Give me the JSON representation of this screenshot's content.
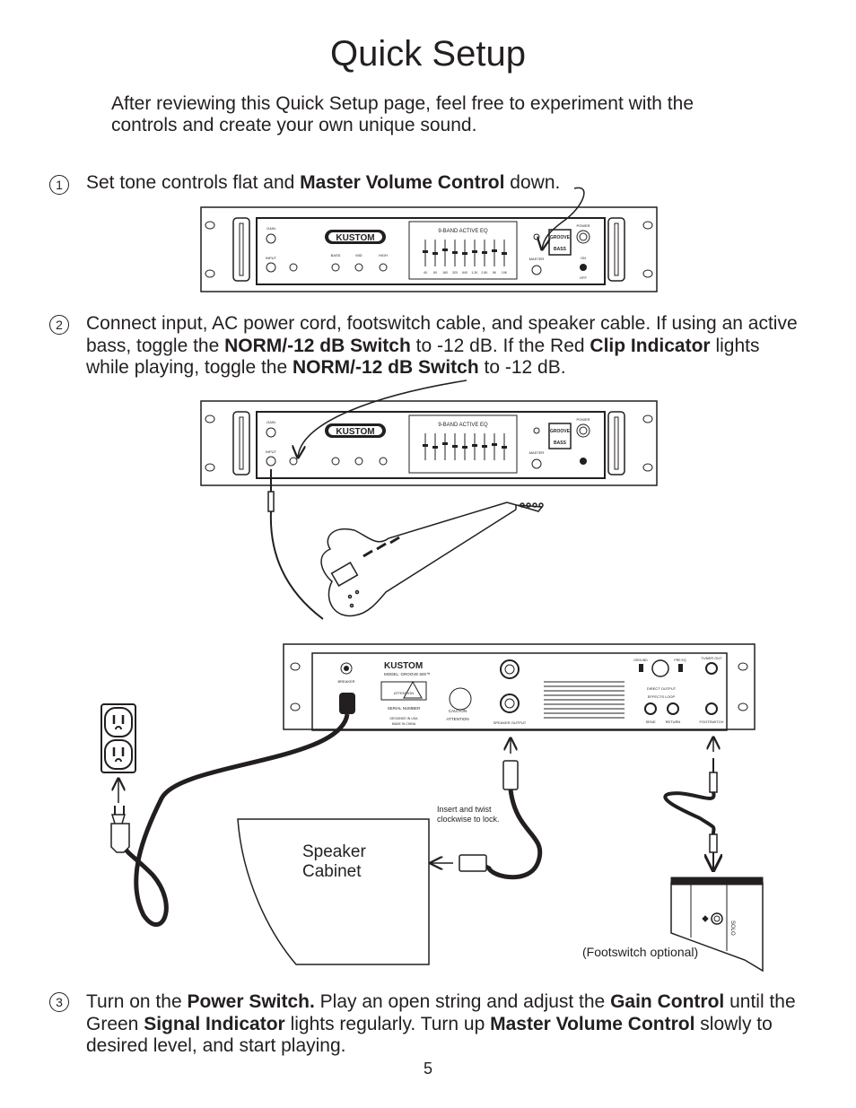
{
  "title": "Quick Setup",
  "intro": "After reviewing this Quick Setup page, feel free to experiment with the controls and create your own unique sound.",
  "steps": [
    {
      "num": "1",
      "parts": [
        "Set tone controls flat and ",
        "Master Volume Control",
        " down."
      ]
    },
    {
      "num": "2",
      "parts": [
        "Connect input, AC power cord, footswitch cable, and speaker cable.  If using an active bass, toggle the ",
        "NORM/-12 dB Switch",
        " to -12 dB.  If the Red ",
        "Clip Indicator",
        " lights while playing,  toggle the ",
        "NORM/-12 dB Switch",
        " to -12 dB."
      ]
    },
    {
      "num": "3",
      "parts": [
        "Turn on the ",
        "Power Switch.",
        "  Play an open string and adjust the ",
        "Gain Control",
        " until the Green ",
        "Signal Indicator",
        " lights regularly. Turn up ",
        "Master Volume Control",
        " slowly to desired level, and start playing."
      ]
    }
  ],
  "amp_front": {
    "brand": "KUSTOM",
    "eq_title": "9-BAND ACTIVE EQ",
    "eq_freqs": [
      "40",
      "80",
      "160",
      "320",
      "640",
      "1.2K",
      "2.5K",
      "5K",
      "10K"
    ],
    "labels": {
      "gain": "GAIN",
      "input": "INPUT",
      "bass": "BASS",
      "mid": "MID",
      "high": "HIGH",
      "master": "MASTER",
      "power": "POWER",
      "on": "ON",
      "off": "OFF",
      "groove_top": "GROOVE",
      "groove_bottom": "BASS"
    }
  },
  "amp_rear": {
    "brand": "KUSTOM",
    "model": "MODEL: GROOVE 600™",
    "breaker": "BREAKER",
    "attention": "ATTENTION",
    "serial": "SERIAL NUMBER",
    "designed": "DESIGNED IN USA",
    "made": "MADE IN CHINA",
    "caution": "CAUTION",
    "attention2": "ATTENTION",
    "speaker_output": "SPEAKER OUTPUT",
    "direct_output": "DIRECT OUTPUT",
    "effects_loop": "EFFECTS LOOP",
    "send": "SEND",
    "return": "RETURN",
    "footswitch": "FOOTSWITCH",
    "tuner_out": "TUNER OUT",
    "ground": "GROUND",
    "pre_eq": "PRE EQ"
  },
  "callouts": {
    "twist": "Insert and twist clockwise to lock.",
    "speaker_line1": "Speaker",
    "speaker_line2": "Cabinet",
    "footswitch": "(Footswitch optional)",
    "solo": "SOLO"
  },
  "page_number": "5"
}
